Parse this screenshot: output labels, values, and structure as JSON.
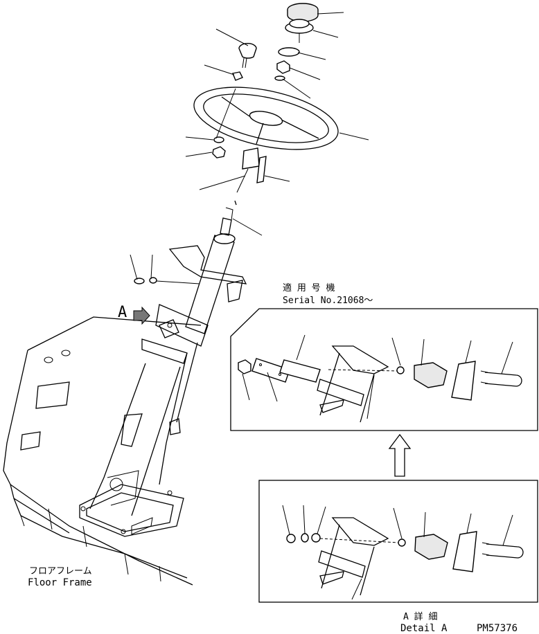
{
  "labels": {
    "serial_jp": "適 用 号 機",
    "serial_en": "Serial No.21068～",
    "floor_frame_jp": "フロアフレーム",
    "floor_frame_en": "Floor Frame",
    "view_marker": "A",
    "detail_jp": "A 詳 細",
    "detail_en": "Detail A",
    "drawing_number": "PM57376"
  }
}
